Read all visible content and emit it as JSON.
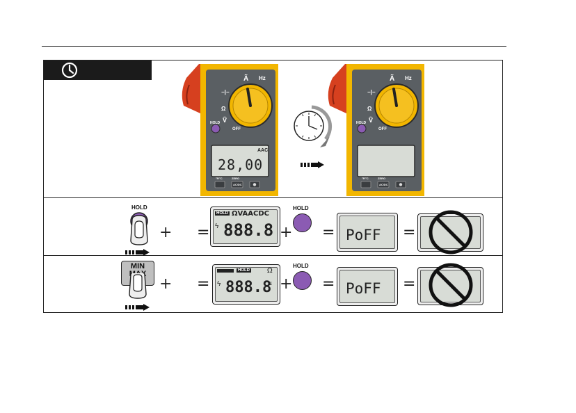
{
  "meter": {
    "dial_labels": {
      "temp": "°F/°C",
      "amps": "Ã",
      "hz": "Hz",
      "cap": "−|−",
      "res": "Ω",
      "volts": "Ṽ",
      "off": "OFF"
    },
    "hold_label": "HOLD",
    "reading": "28,00",
    "unit": "AAC",
    "buttons": {
      "minmax_caption": "°F/°C",
      "zero_caption": "ZERO",
      "minmax": "MIN MAX",
      "acdc": "AC/DC"
    }
  },
  "row1": {
    "button_label": "HOLD",
    "plus": "+",
    "equals": "=",
    "lcd": {
      "hold": "HOLD",
      "units": "ΩVAACDC",
      "digits": "888.8"
    },
    "hold_button_label": "HOLD",
    "result_text": "PoFF"
  },
  "row2": {
    "button_label": "MIN MAX",
    "plus": "+",
    "equals": "=",
    "lcd": {
      "hold": "HOLD",
      "units": "Ω",
      "digits": "888.8",
      "micro": "μ"
    },
    "hold_button_label": "HOLD",
    "result_text": "PoFF"
  },
  "colors": {
    "meter_yellow": "#f2b600",
    "meter_grey": "#5a5f63",
    "jaw_red": "#d6401f",
    "hold_purple": "#8b5bb3",
    "lcd_green": "#d8dcd6"
  }
}
